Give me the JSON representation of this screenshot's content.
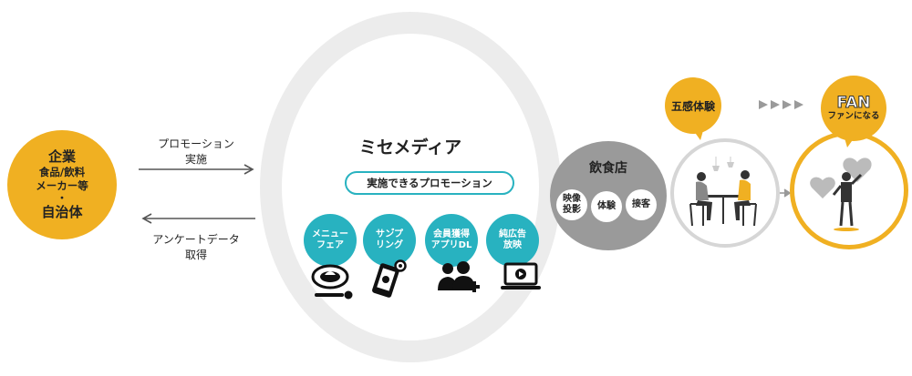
{
  "left_node": {
    "line1": "企業",
    "line2": "食品/飲料",
    "line3": "メーカー等",
    "dot": "・",
    "line4": "自治体"
  },
  "arrow_top": {
    "line1": "プロモーション",
    "line2": "実施"
  },
  "arrow_bottom": {
    "line1": "アンケートデータ",
    "line2": "取得"
  },
  "center": {
    "title": "ミセメディア",
    "pill": "実施できるプロモーション",
    "items": [
      {
        "line1": "メニュー",
        "line2": "フェア",
        "icon": "plate-icon"
      },
      {
        "line1": "サン゚プ",
        "line2": "リング",
        "icon": "phone-icon"
      },
      {
        "line1": "会員獲得",
        "line2": "アプリDL",
        "icon": "users-add-icon"
      },
      {
        "line1": "純広告",
        "line2": "放映",
        "icon": "laptop-play-icon"
      }
    ]
  },
  "restaurant": {
    "title": "飲食店",
    "items": [
      {
        "line1": "映像",
        "line2": "投影"
      },
      {
        "line1": "体験",
        "line2": ""
      },
      {
        "line1": "接客",
        "line2": ""
      }
    ]
  },
  "five_senses": {
    "label": "五感体験"
  },
  "fan": {
    "title": "FAN",
    "subtitle": "ファンになる"
  },
  "colors": {
    "orange": "#f0b022",
    "teal": "#28b2c0",
    "gray": "#9a9a9a",
    "ring": "#ececec"
  }
}
